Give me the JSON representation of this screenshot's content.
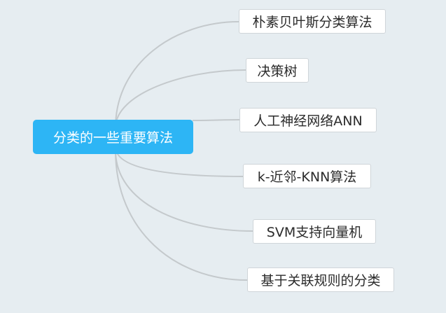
{
  "mindmap": {
    "root": "分类的一些重要算法",
    "topics": [
      "朴素贝叶斯分类算法",
      "决策树",
      "人工神经网络ANN",
      "k-近邻-KNN算法",
      "SVM支持向量机",
      "基于关联规则的分类"
    ]
  },
  "colors": {
    "background": "#e6edf1",
    "root_fill": "#2db5f5",
    "root_text": "#ffffff",
    "topic_fill": "#ffffff",
    "topic_border": "#cfd5d9",
    "connector": "#c4c9cc"
  }
}
